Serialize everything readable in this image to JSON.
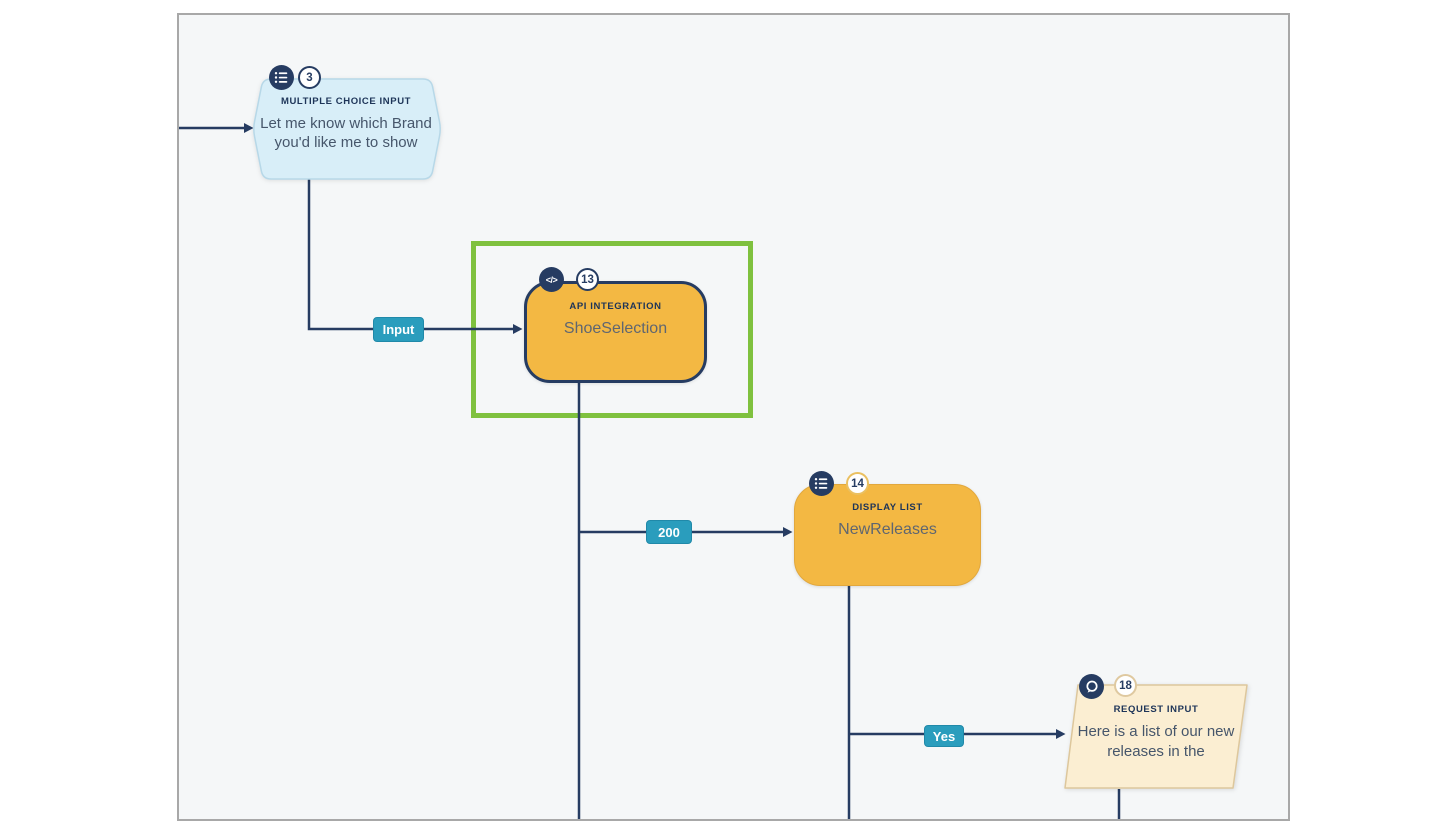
{
  "canvas": {
    "background": "#f5f7f8",
    "border_color": "#a8a8a8"
  },
  "nodes": [
    {
      "number": "3",
      "type_label": "MULTIPLE CHOICE INPUT",
      "lines": [
        "Let me know which Brand",
        "you'd like me to show"
      ],
      "icon": "list-icon",
      "shape": "hexagon",
      "fill": "#d8eef8",
      "selected": false
    },
    {
      "number": "13",
      "type_label": "API INTEGRATION",
      "lines": [
        "ShoeSelection"
      ],
      "icon": "code-icon",
      "shape": "rounded-rect",
      "fill": "#f3b843",
      "selected": true
    },
    {
      "number": "14",
      "type_label": "DISPLAY LIST",
      "lines": [
        "NewReleases"
      ],
      "icon": "list-icon",
      "shape": "rounded-rect",
      "fill": "#f3b843",
      "selected": false
    },
    {
      "number": "18",
      "type_label": "REQUEST INPUT",
      "lines": [
        "Here is a list of our new",
        "releases in the"
      ],
      "icon": "chat-icon",
      "shape": "parallelogram",
      "fill": "#fbeed2",
      "selected": false
    }
  ],
  "connector_labels": [
    {
      "text": "Input"
    },
    {
      "text": "200"
    },
    {
      "text": "Yes"
    }
  ],
  "icons": {
    "code_glyph": "</>"
  },
  "colors": {
    "line_navy": "#263c62",
    "teal_badge": "#2a9dbd",
    "selection_green": "#7fc13f",
    "node_blue": "#d8eef8",
    "node_orange": "#f3b843",
    "node_cream": "#fbeed2",
    "title_navy": "#1d3458",
    "body_text": "#46566b"
  }
}
